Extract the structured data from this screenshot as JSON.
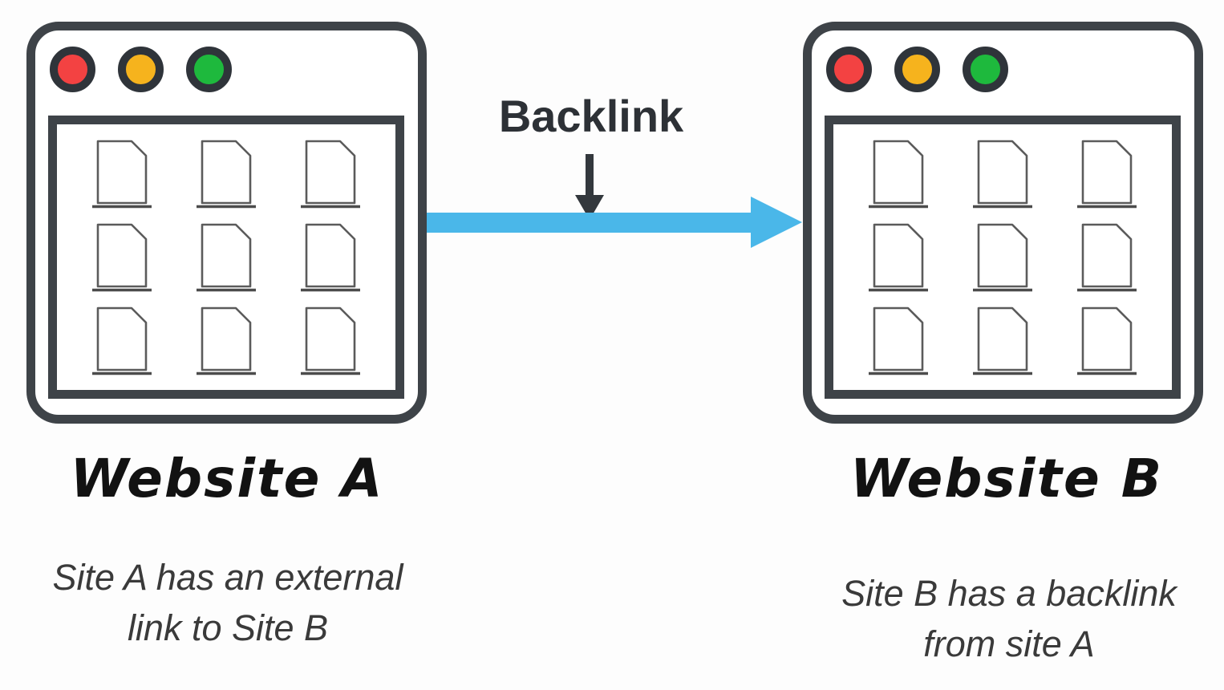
{
  "diagram": {
    "arrow_label": "Backlink",
    "site_a": {
      "title": "Website A",
      "caption_line1": "Site A has an external",
      "caption_line2": "link to Site B"
    },
    "site_b": {
      "title": "Website B",
      "caption_line1": "Site B has a backlink",
      "caption_line2": "from site A"
    }
  },
  "icons": {
    "traffic_lights": [
      "red-dot",
      "yellow-dot",
      "green-dot"
    ],
    "grid_icon": "page-document",
    "pointer_icon": "down-arrow",
    "connector_icon": "right-arrow"
  },
  "colors": {
    "window_outline": "#3e4348",
    "dot_ring": "#2f343a",
    "dot_red": "#f34242",
    "dot_yellow": "#f6b31d",
    "dot_green": "#1eb93d",
    "arrow_blue": "#4ab7e9",
    "pointer_dark": "#33383d",
    "page_icon_stroke": "#5b5b5b",
    "label_text": "#2d3136",
    "title_text": "#121212",
    "caption_text": "#3a3a3a",
    "background": "#fdfdfd"
  }
}
